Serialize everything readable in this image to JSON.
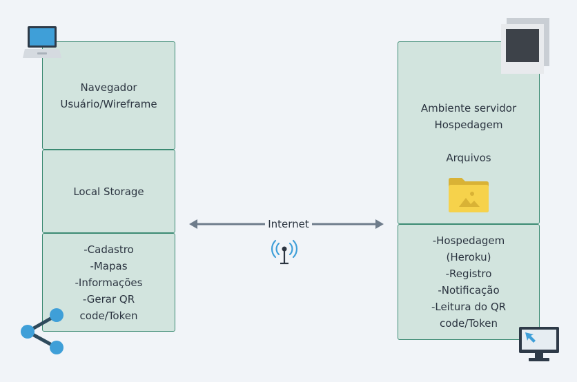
{
  "client": {
    "browser_box": {
      "lines": [
        "Navegador",
        "Usuário/Wireframe"
      ]
    },
    "storage_box": {
      "lines": [
        "Local Storage"
      ]
    },
    "features_box": {
      "lines": [
        "-Cadastro",
        "-Mapas",
        "-Informações",
        "-Gerar QR",
        "code/Token"
      ]
    }
  },
  "connection": {
    "label": "Internet"
  },
  "server": {
    "environment_box": {
      "lines": [
        "Ambiente servidor",
        "Hospedagem",
        "",
        "Arquivos"
      ]
    },
    "services_box": {
      "lines": [
        "-Hospedagem",
        "(Heroku)",
        "-Registro",
        "-Notificação",
        "-Leitura do QR",
        "code/Token"
      ]
    }
  },
  "icons": {
    "laptop": "laptop-icon",
    "share": "share-icon",
    "wifi": "wifi-antenna-icon",
    "window": "window-frame-icon",
    "folder": "image-folder-icon",
    "monitor": "monitor-cursor-icon"
  },
  "colors": {
    "box_fill": "#d2e4de",
    "box_border": "#3b8a72",
    "arrow": "#6e7c8b",
    "accent_blue": "#3f9fd8",
    "folder_yellow": "#f6d24b"
  }
}
